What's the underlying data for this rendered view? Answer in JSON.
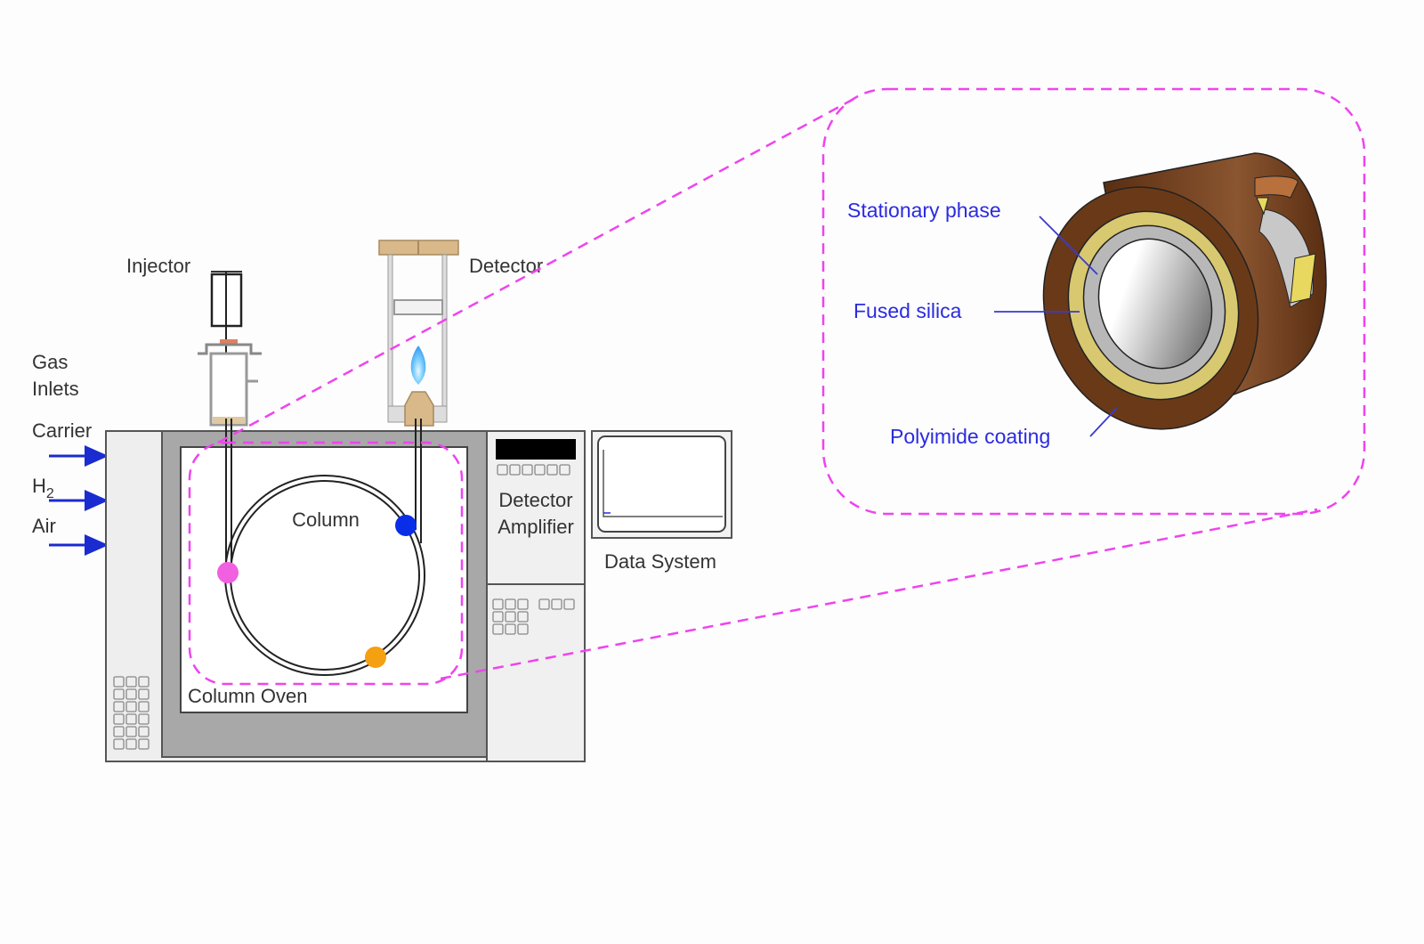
{
  "labels": {
    "injector": "Injector",
    "detector": "Detector",
    "gas": "Gas",
    "inlets": "Inlets",
    "carrier": "Carrier",
    "h2": "H",
    "h2_sub": "2",
    "air": "Air",
    "column": "Column",
    "column_oven": "Column Oven",
    "detector_amp_1": "Detector",
    "detector_amp_2": "Amplifier",
    "data_system": "Data System"
  },
  "inset": {
    "stationary_phase": "Stationary phase",
    "fused_silica": "Fused silica",
    "polyimide_coating": "Polyimide coating"
  },
  "colors": {
    "highlight": "#ee44ee",
    "label_blue": "#2b2be0",
    "inlet_arrow": "#1a2bd0",
    "dot_pink": "#f060e0",
    "dot_blue": "#0a2ee8",
    "dot_orange": "#f5a010",
    "polyimide": "#6a3a18",
    "stationary": "#d8c870",
    "silica": "#b8b8b8"
  }
}
